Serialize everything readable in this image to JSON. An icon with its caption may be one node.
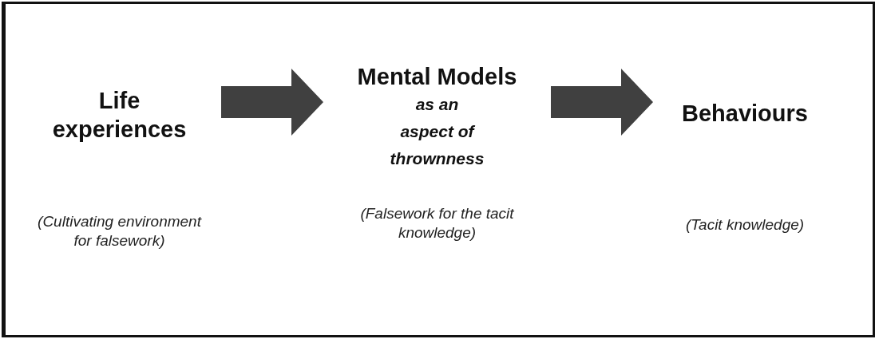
{
  "diagram": {
    "nodes": [
      {
        "text": [
          "Life experiences"
        ],
        "beside": [
          "(Cultivating environment for falsework)"
        ]
      },
      {
        "text": [
          "Mental Models",
          "as an aspect of thrownness"
        ],
        "beside": [
          "(Falsework for the tacit knowledge)"
        ]
      },
      {
        "text": [
          "Behaviours"
        ],
        "beside": [
          "(Tacit knowledge)"
        ]
      }
    ],
    "edges": [
      {
        "from": 0,
        "to": 1,
        "arrow": "to"
      },
      {
        "from": 1,
        "to": 2,
        "arrow": "to"
      }
    ]
  }
}
